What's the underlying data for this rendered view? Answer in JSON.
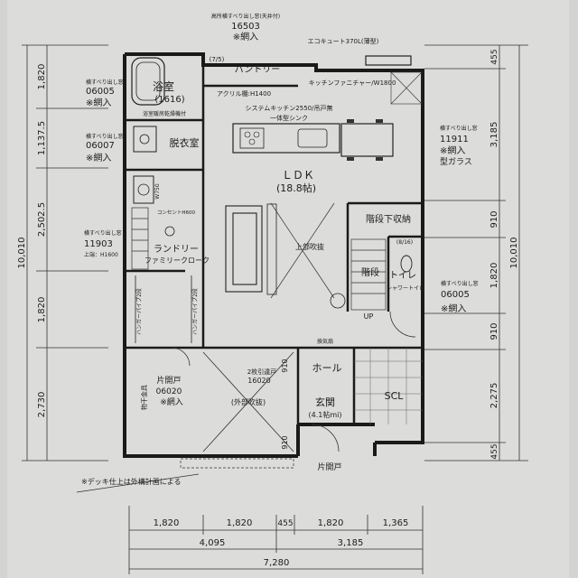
{
  "plan": {
    "top_window": {
      "spec": "高所横すべり出し窓(天井付)",
      "code": "16503",
      "note": "※網入"
    },
    "left_windows": [
      {
        "spec": "横すべり出し窓",
        "code": "06005",
        "note": "※網入"
      },
      {
        "spec": "横すべり出し窓",
        "code": "06007",
        "note": "※網入"
      },
      {
        "spec": "横すべり出し窓",
        "code": "11903",
        "note": "上端：H1600"
      }
    ],
    "right_windows": [
      {
        "spec": "横すべり出し窓",
        "code": "11911",
        "note": "※網入",
        "note2": "型ガラス"
      },
      {
        "spec": "横すべり出し窓",
        "code": "06005",
        "note": "※網入"
      }
    ],
    "entrance_window": {
      "label": "片開戸",
      "code": "06020",
      "note": "※網入"
    },
    "exterior_door": {
      "label": "片開戸"
    },
    "ecocute": "エコキュート370L(薄型)",
    "rooms": {
      "bath": "浴室",
      "bath_size": "(1616)",
      "bath_note": "浴室暖房乾燥機付",
      "dressing": "脱衣室",
      "laundry": "ランドリー",
      "family_closet": "ファミリークローク",
      "pantry": "パントリー",
      "ldk": "ＬＤＫ",
      "ldk_size": "(18.8帖)",
      "stair_storage": "階段下収納",
      "stairs": "階段",
      "toilet": "トイレ",
      "hall": "ホール",
      "entrance": "玄関",
      "entrance_size": "(4.1帖mi)",
      "scl": "SCL",
      "void": "(外部吹抜)",
      "upper_void": "上部吹抜",
      "up": "UP"
    },
    "fixtures": {
      "shelf": "アクリル棚:H1400",
      "kitchen_counter": "キッチンファニチャー/W1800",
      "kitchen": "システムキッチン2550/吊戸無",
      "kitchen2": "一体型シンク",
      "drying_rack": "物干金具",
      "shower": "シャワートイレ",
      "drawers": "(7/5)",
      "hanger1": "ハンガーパイプ2段",
      "hanger2": "ハンガーパイプ2段",
      "washer": "W750",
      "outlet": "コンセントH600",
      "vent": "換気扇",
      "outlet2": "(8/16)"
    },
    "small_notes": [
      "2枚引違戸",
      "16020"
    ],
    "dims_left": [
      "1,820",
      "1,137.5",
      "2,502.5",
      "1,820",
      "2,730"
    ],
    "dims_left_total": "10,010",
    "dims_right": [
      "455",
      "3,185",
      "910",
      "1,820",
      "910",
      "2,275",
      "455"
    ],
    "dims_right_total": "10,010",
    "dims_bottom": [
      "1,820",
      "1,820",
      "455",
      "1,820",
      "1,365"
    ],
    "dims_bottom_sub": [
      "4,095",
      "3,185"
    ],
    "dims_bottom_total": "7,280",
    "deck_note": "※デッキ仕上は外構計画による",
    "side_labels": {
      "r910a": "910",
      "r910b": "910"
    }
  }
}
